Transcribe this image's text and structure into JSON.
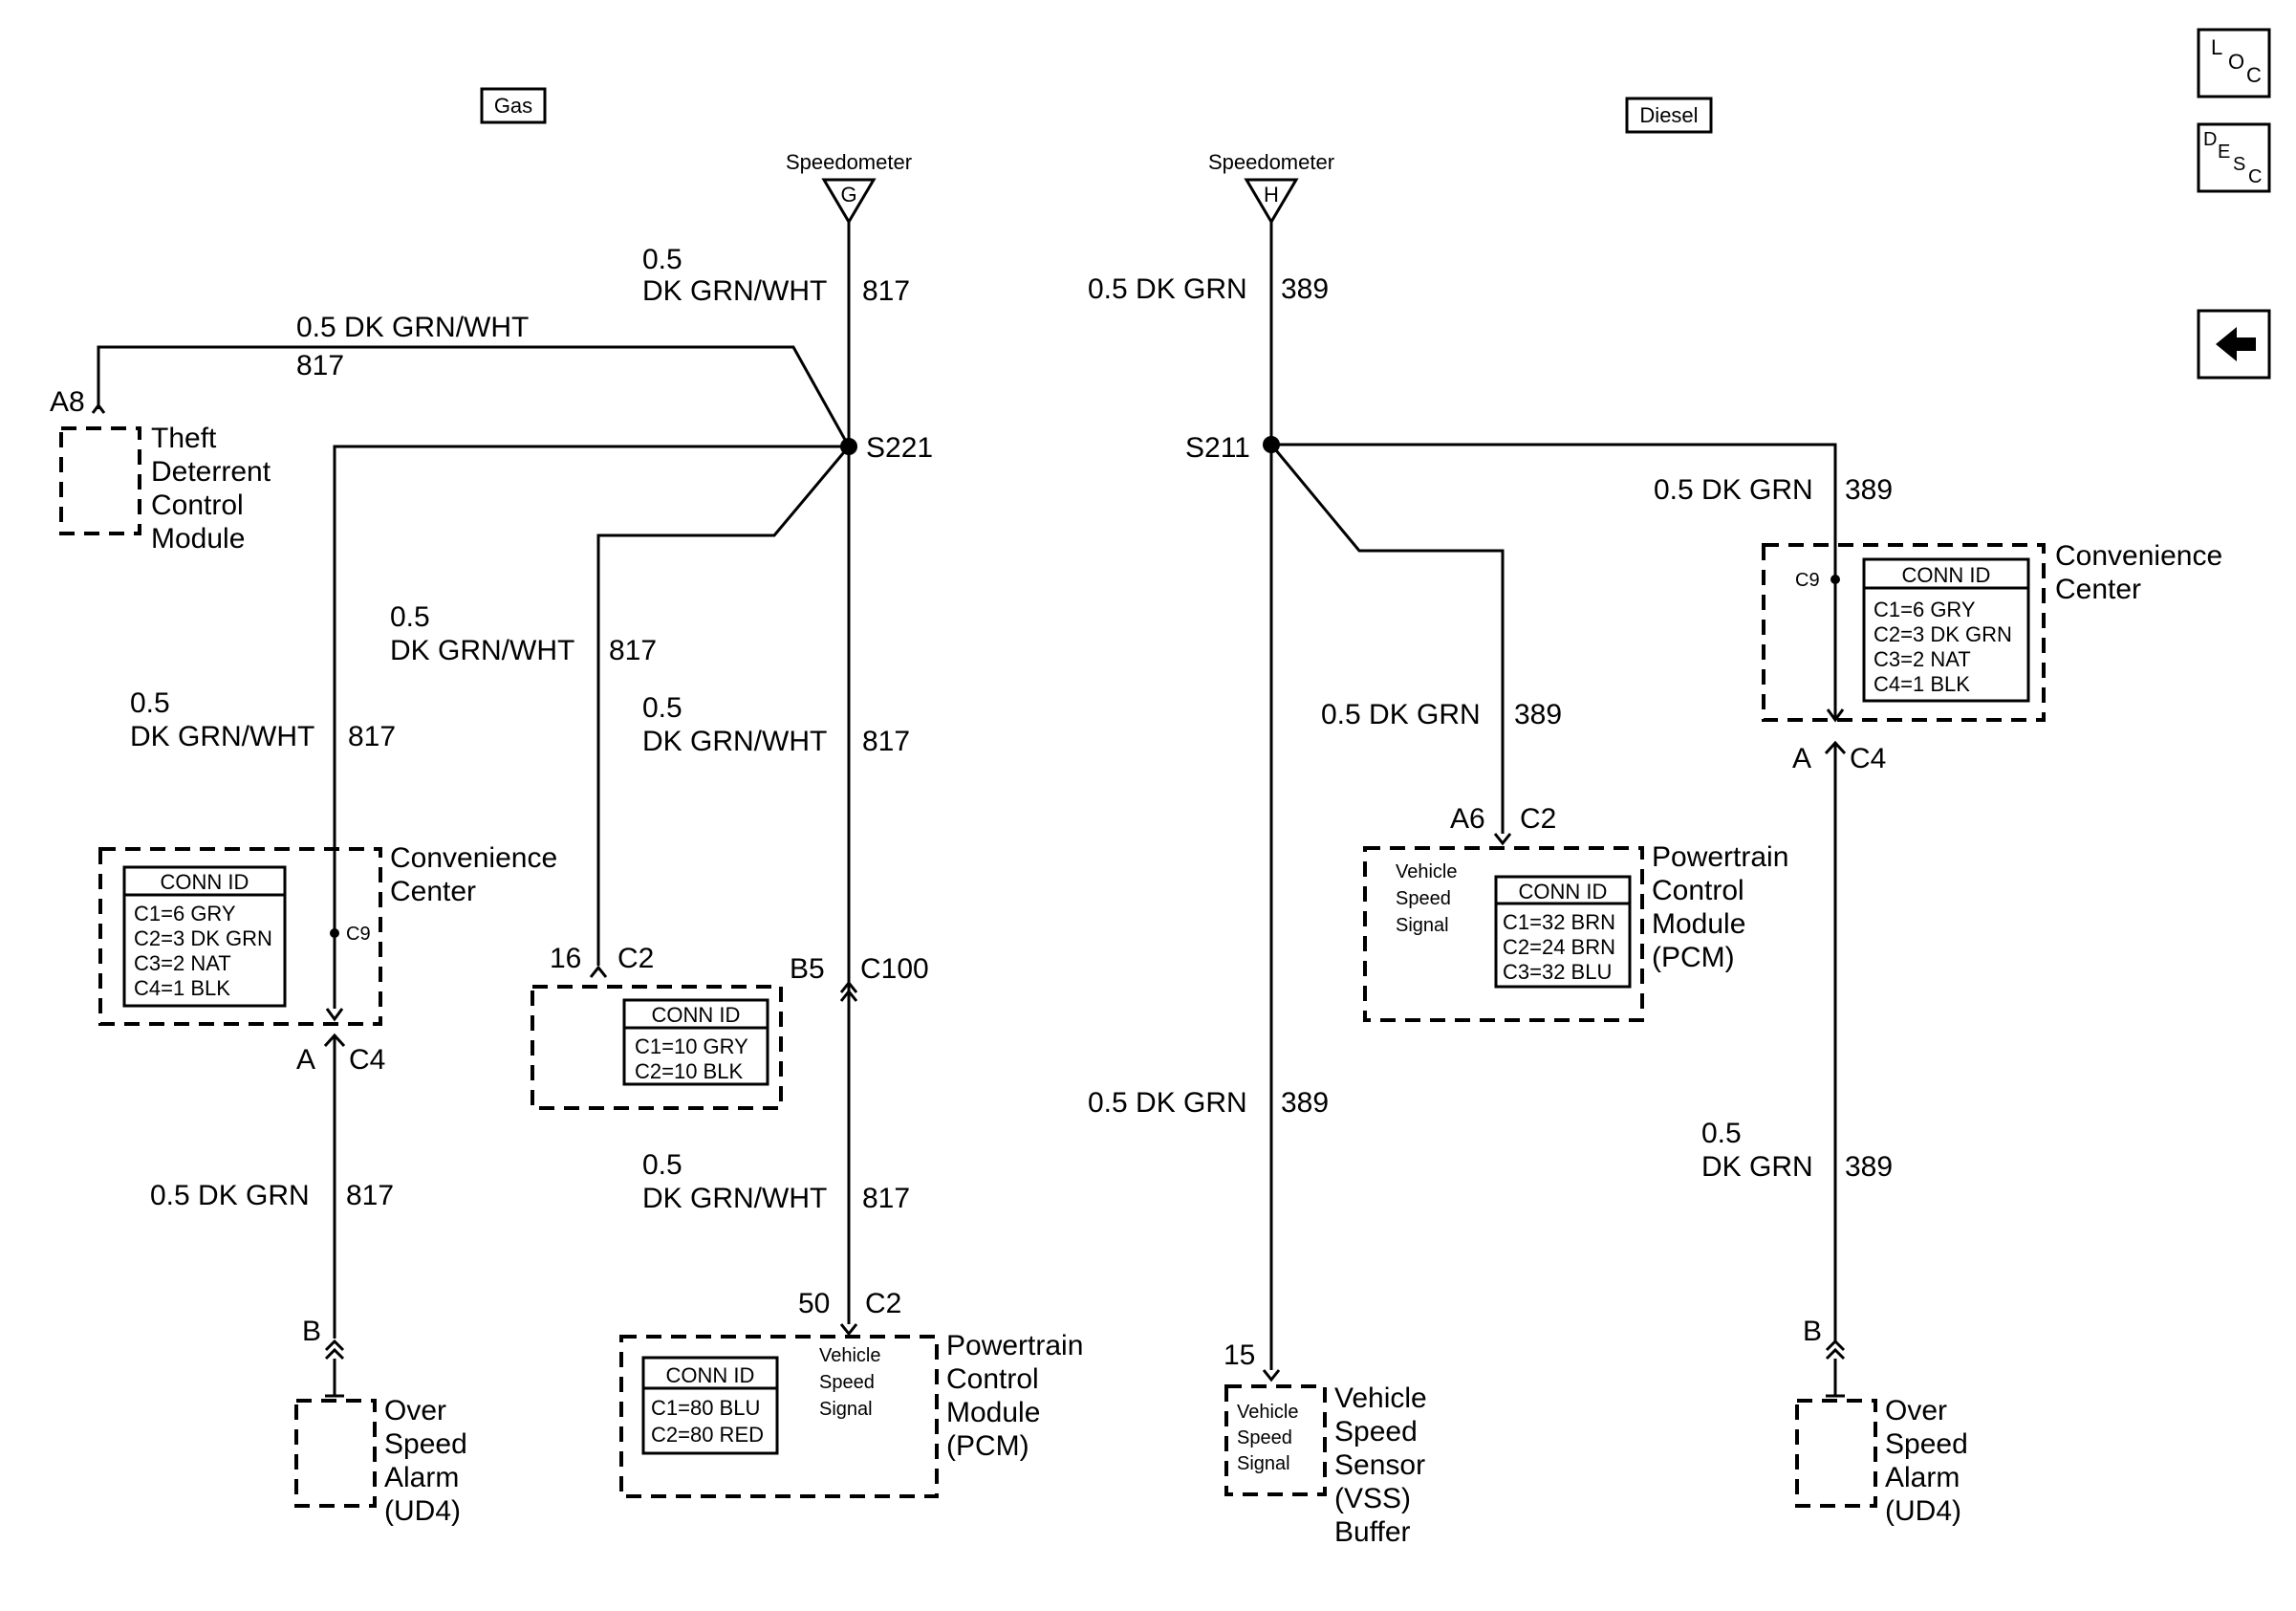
{
  "labels": {
    "gas": "Gas",
    "diesel": "Diesel"
  },
  "nav": {
    "loc_l": "L",
    "loc_o": "O",
    "loc_c": "C",
    "desc_d": "D",
    "desc_e": "E",
    "desc_s": "S",
    "desc_c": "C",
    "back_icon": "left-arrow-icon"
  },
  "gas": {
    "speedo_label": "Speedometer",
    "speedo_pin": "G",
    "w_top_gauge": "0.5",
    "w_top_color": "DK GRN/WHT",
    "w_top_num": "817",
    "w_tdcm": "0.5 DK GRN/WHT",
    "w_tdcm_num": "817",
    "splice": "S221",
    "tdcm_pin": "A8",
    "tdcm_name": [
      "Theft",
      "Deterrent",
      "Control",
      "Module"
    ],
    "w_mid_gauge": "0.5",
    "w_mid_color": "DK GRN/WHT",
    "w_mid_num": "817",
    "w_left_gauge": "0.5",
    "w_left_color": "DK GRN/WHT",
    "w_left_num": "817",
    "w_ctr_gauge": "0.5",
    "w_ctr_color": "DK GRN/WHT",
    "w_ctr_num": "817",
    "conv_name": [
      "Convenience",
      "Center"
    ],
    "conv_conn": [
      "CONN ID",
      "C1=6 GRY",
      "C2=3 DK GRN",
      "C3=2 NAT",
      "C4=1 BLK"
    ],
    "conv_c9": "C9",
    "conv_pin_a": "A",
    "conv_pin_c4": "C4",
    "w_osa": "0.5 DK GRN",
    "w_osa_num": "817",
    "osa_pin": "B",
    "osa_name": [
      "Over",
      "Speed",
      "Alarm",
      "(UD4)"
    ],
    "pin16": "16",
    "pin16_conn": "C2",
    "mod16_conn": [
      "CONN ID",
      "C1=10 GRY",
      "C2=10 BLK"
    ],
    "b5": "B5",
    "c100": "C100",
    "w_pcm_gauge": "0.5",
    "w_pcm_color": "DK GRN/WHT",
    "w_pcm_num": "817",
    "pcm_pin": "50",
    "pcm_conn": "C2",
    "pcm_connid": [
      "CONN ID",
      "C1=80 BLU",
      "C2=80 RED"
    ],
    "pcm_signal": [
      "Vehicle",
      "Speed",
      "Signal"
    ],
    "pcm_name": [
      "Powertrain",
      "Control",
      "Module",
      "(PCM)"
    ]
  },
  "diesel": {
    "speedo_label": "Speedometer",
    "speedo_pin": "H",
    "w_top": "0.5 DK GRN",
    "w_top_num": "389",
    "splice": "S211",
    "w_right": "0.5 DK GRN",
    "w_right_num": "389",
    "conv_c9": "C9",
    "conv_conn": [
      "CONN ID",
      "C1=6 GRY",
      "C2=3 DK GRN",
      "C3=2 NAT",
      "C4=1 BLK"
    ],
    "conv_name": [
      "Convenience",
      "Center"
    ],
    "conv_pin_a": "A",
    "conv_pin_c4": "C4",
    "w_pcm": "0.5 DK GRN",
    "w_pcm_num": "389",
    "pcm_pin": "A6",
    "pcm_conn": "C2",
    "pcm_signal": [
      "Vehicle",
      "Speed",
      "Signal"
    ],
    "pcm_connid": [
      "CONN ID",
      "C1=32 BRN",
      "C2=24 BRN",
      "C3=32 BLU"
    ],
    "pcm_name": [
      "Powertrain",
      "Control",
      "Module",
      "(PCM)"
    ],
    "w_vss": "0.5 DK GRN",
    "w_vss_num": "389",
    "vss_pin": "15",
    "vss_signal": [
      "Vehicle",
      "Speed",
      "Signal"
    ],
    "vss_name": [
      "Vehicle",
      "Speed",
      "Sensor",
      "(VSS)",
      "Buffer"
    ],
    "w_osa_gauge": "0.5",
    "w_osa_color": "DK GRN",
    "w_osa_num": "389",
    "osa_pin": "B",
    "osa_name": [
      "Over",
      "Speed",
      "Alarm",
      "(UD4)"
    ]
  }
}
